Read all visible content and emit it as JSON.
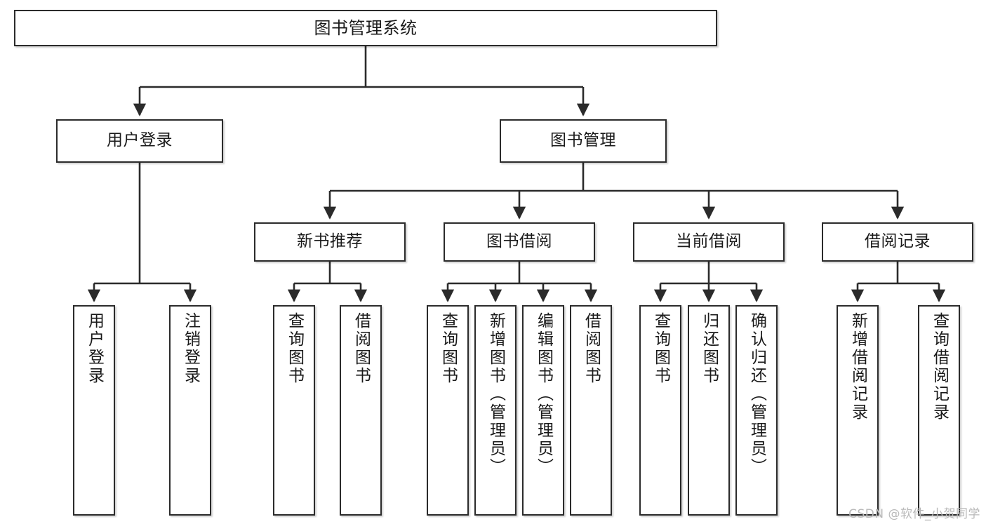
{
  "diagram": {
    "type": "tree-hierarchy",
    "orientation": "top-down",
    "watermark": "CSDN @软件_小贺同学",
    "colors": {
      "box_border": "#2b2b2b",
      "box_fill": "#ffffff",
      "edge": "#2b2b2b",
      "text": "#1a1a1a",
      "watermark": "#b9b9b9",
      "background": "#ffffff"
    },
    "root": {
      "label": "图书管理系统"
    },
    "level2": [
      {
        "label": "用户登录"
      },
      {
        "label": "图书管理"
      }
    ],
    "level3": [
      {
        "label": "新书推荐"
      },
      {
        "label": "图书借阅"
      },
      {
        "label": "当前借阅"
      },
      {
        "label": "借阅记录"
      }
    ],
    "leaves": {
      "user_login": [
        {
          "label": "用户登录"
        },
        {
          "label": "注销登录"
        }
      ],
      "new_book": [
        {
          "label": "查询图书"
        },
        {
          "label": "借阅图书"
        }
      ],
      "book_borrow": [
        {
          "label": "查询图书"
        },
        {
          "label": "新增图书（管理员）"
        },
        {
          "label": "编辑图书（管理员）"
        },
        {
          "label": "借阅图书"
        }
      ],
      "current_borrow": [
        {
          "label": "查询图书"
        },
        {
          "label": "归还图书"
        },
        {
          "label": "确认归还（管理员）"
        }
      ],
      "borrow_record": [
        {
          "label": "新增借阅记录"
        },
        {
          "label": "查询借阅记录"
        }
      ]
    }
  }
}
